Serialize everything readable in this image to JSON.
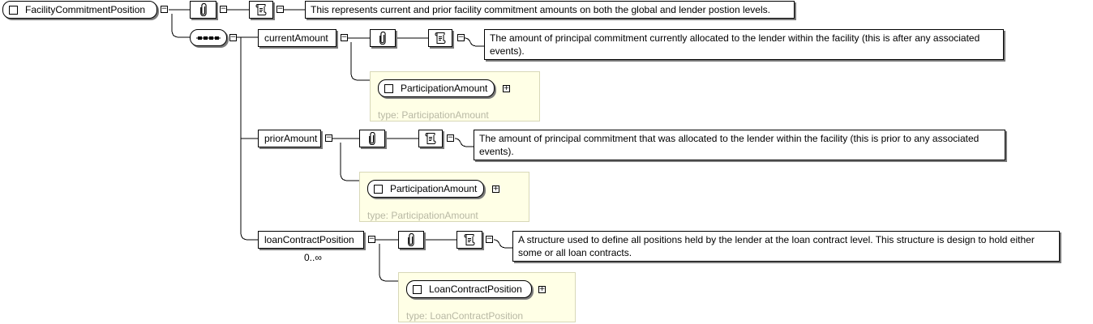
{
  "root": {
    "name": "FacilityCommitmentPosition",
    "documentation": "This represents current and prior facility commitment amounts on both the global and lender postion levels."
  },
  "compositor": {
    "kind": "sequence"
  },
  "children": [
    {
      "name": "currentAmount",
      "documentation": "The amount of principal commitment currently allocated to the lender within the facility (this is after any associated events).",
      "type_element": "ParticipationAmount",
      "type_label": "type: ParticipationAmount",
      "cardinality": ""
    },
    {
      "name": "priorAmount",
      "documentation": "The amount of principal commitment that was allocated to the lender within the facility (this is prior to any associated events).",
      "type_element": "ParticipationAmount",
      "type_label": "type: ParticipationAmount",
      "cardinality": ""
    },
    {
      "name": "loanContractPosition",
      "documentation": "A structure used to define all positions held by the lender at the loan contract level. This structure is design to hold either some or all loan contracts.",
      "type_element": "LoanContractPosition",
      "type_label": "type: LoanContractPosition",
      "cardinality": "0..∞"
    }
  ],
  "symbols": {
    "collapse": "−",
    "expand": "+"
  },
  "icons": {
    "annotation": "paperclip-icon",
    "documentation": "scroll-icon",
    "compositor": "sequence-icon"
  }
}
